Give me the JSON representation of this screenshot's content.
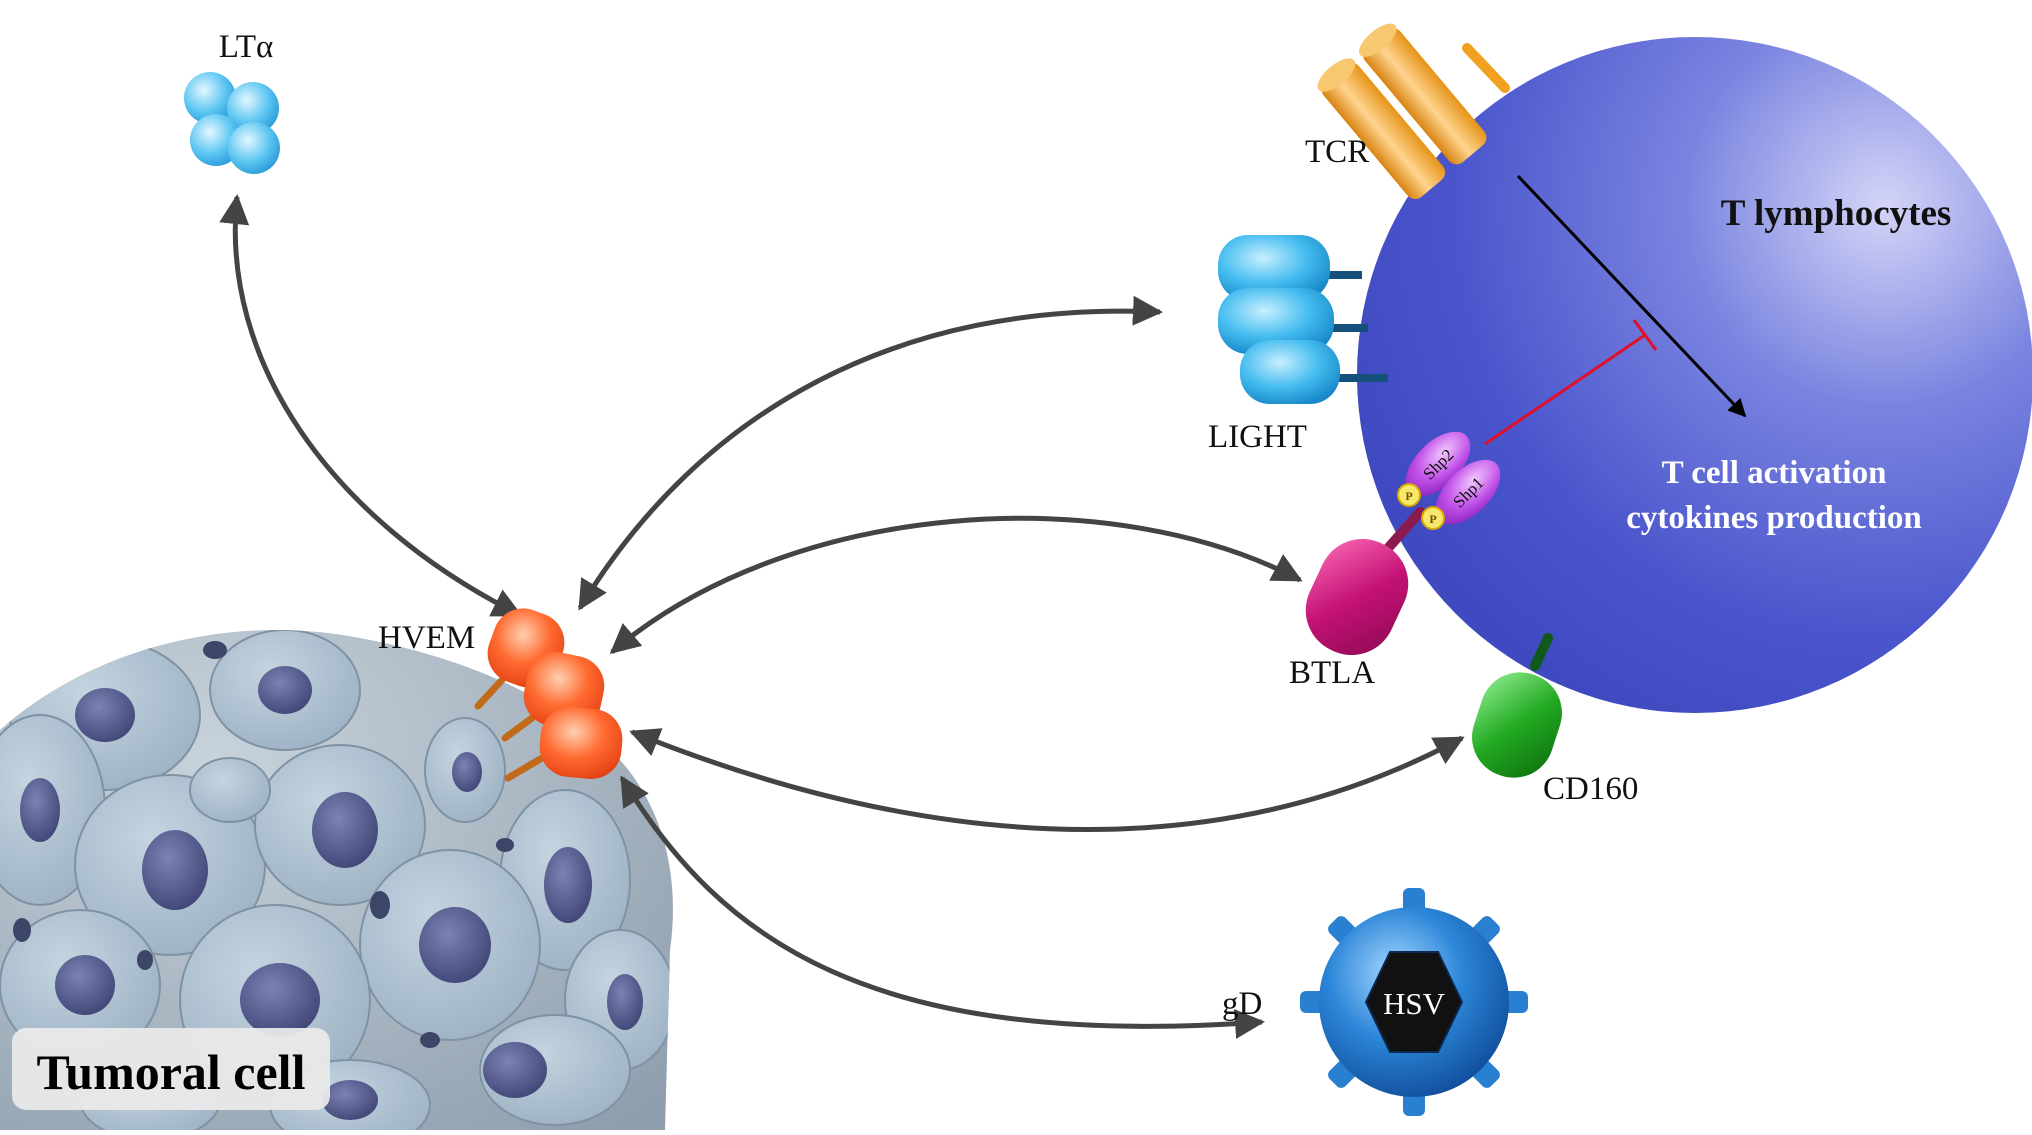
{
  "labels": {
    "lta": "LTα",
    "tcr": "TCR",
    "light": "LIGHT",
    "hvem": "HVEM",
    "btla": "BTLA",
    "cd160": "CD160",
    "gd": "gD",
    "hsv": "HSV",
    "t_lymphocytes": "T lymphocytes",
    "t_cell_activation": "T cell activation",
    "cytokines_production": "cytokines production",
    "tumoral_cell": "Tumoral cell",
    "shp1": "Shp1",
    "shp2": "Shp2",
    "p": "P"
  },
  "colors": {
    "t_cell": "#4a55cc",
    "t_cell_highlight": "#c8c8f4",
    "tumor_cell": "#a9bccb",
    "tumor_nucleus": "#4e5587",
    "hvem": "#ff5a1f",
    "light": "#2fb2ea",
    "lta": "#2aa9ea",
    "btla": "#c01070",
    "cd160": "#1ea31e",
    "tcr": "#f5a520",
    "hsv": "#1f6fc0",
    "shp": "#b840e0",
    "interaction_arrow": "#444444",
    "inhibition": "#e0102a",
    "activation": "#000000"
  }
}
